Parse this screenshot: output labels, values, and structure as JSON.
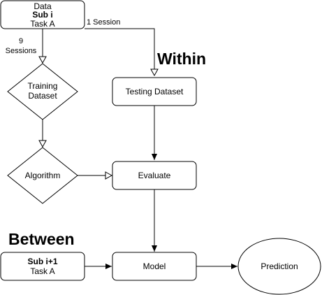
{
  "diagram": {
    "data_node": {
      "line1": "Data",
      "line2": "Sub i",
      "line3": "Task A"
    },
    "training_node": {
      "line1": "Training",
      "line2": "Dataset"
    },
    "algorithm_node": {
      "label": "Algorithm"
    },
    "testing_node": {
      "label": "Testing Dataset"
    },
    "evaluate_node": {
      "label": "Evaluate"
    },
    "model_node": {
      "label": "Model"
    },
    "prediction_node": {
      "label": "Prediction"
    },
    "subject2_node": {
      "line1": "Sub i+1",
      "line2": "Task A"
    },
    "edge_labels": {
      "one_session": "1 Session",
      "nine": "9",
      "sessions": "Sessions"
    },
    "headings": {
      "within": "Within",
      "between": "Between"
    }
  }
}
